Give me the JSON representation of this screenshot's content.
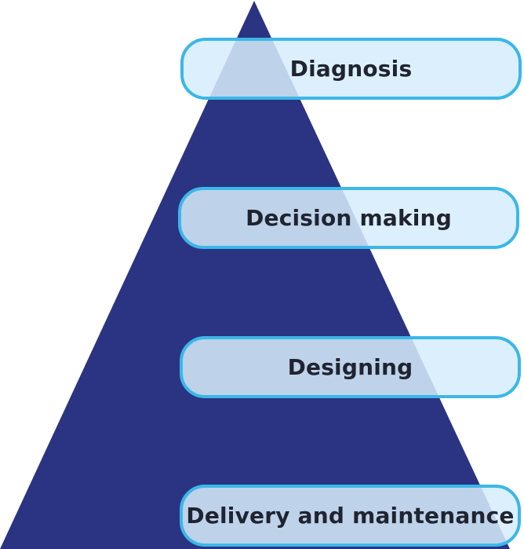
{
  "colors": {
    "pyramid": "#2a3482",
    "stage_fill": "#d6ecfb",
    "stage_border": "#3bb7e8",
    "label_text": "#1f2430"
  },
  "stages": [
    {
      "label": "Diagnosis"
    },
    {
      "label": "Decision making"
    },
    {
      "label": "Designing"
    },
    {
      "label": "Delivery and maintenance"
    }
  ]
}
